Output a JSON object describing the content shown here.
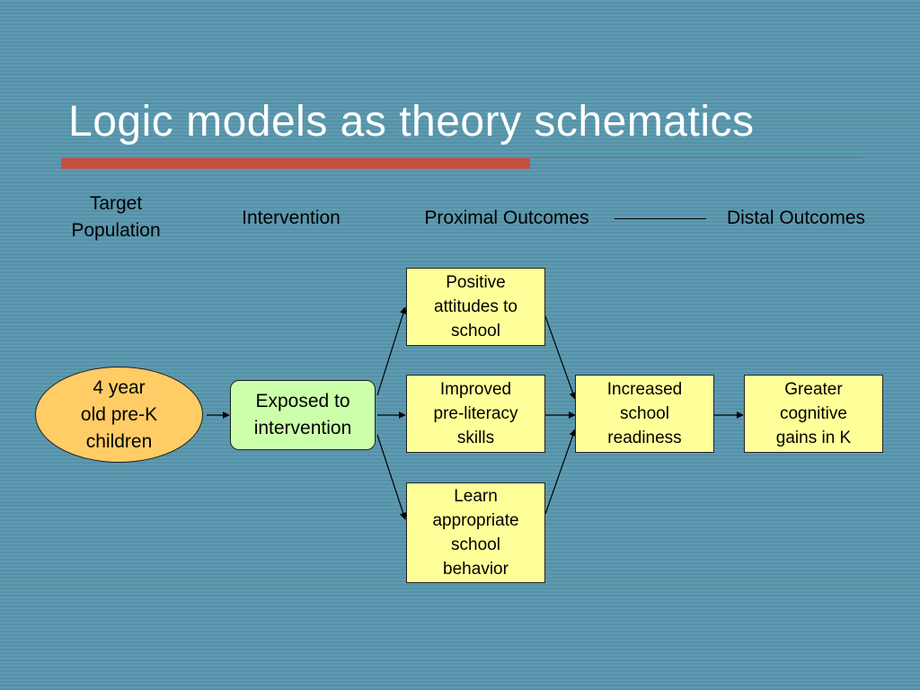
{
  "slide": {
    "title": "Logic models as theory schematics"
  },
  "headers": {
    "target_population": "Target\nPopulation",
    "intervention": "Intervention",
    "proximal_outcomes": "Proximal Outcomes",
    "distal_outcomes": "Distal Outcomes"
  },
  "nodes": {
    "children": "4 year\nold pre-K\nchildren",
    "exposed": "Exposed to\nintervention",
    "positive_attitudes": "Positive\nattitudes to\nschool",
    "pre_literacy": "Improved\npre-literacy\nskills",
    "school_behavior": "Learn\nappropriate\nschool\nbehavior",
    "school_readiness": "Increased\nschool\nreadiness",
    "cognitive_gains": "Greater\ncognitive\ngains in K"
  },
  "colors": {
    "background": "#5b97ad",
    "title_rule": "#c5513f",
    "outcome_box": "#ffff99",
    "population_oval": "#ffcc66",
    "intervention_box": "#ccffaa"
  }
}
